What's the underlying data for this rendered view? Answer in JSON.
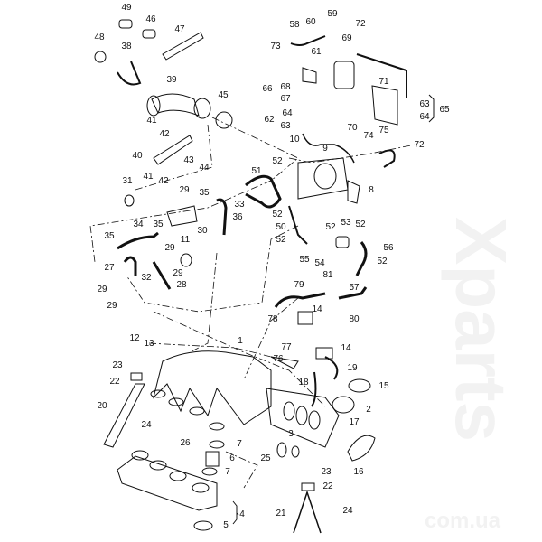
{
  "watermark": {
    "main": "Xparts",
    "sub": "com.ua"
  },
  "colors": {
    "line": "#111111",
    "background": "#ffffff"
  },
  "part_labels": [
    "49",
    "46",
    "47",
    "48",
    "38",
    "39",
    "45",
    "41",
    "42",
    "40",
    "43",
    "44",
    "41",
    "42",
    "31",
    "29",
    "35",
    "33",
    "36",
    "34",
    "35",
    "30",
    "35",
    "11",
    "29",
    "27",
    "32",
    "29",
    "28",
    "29",
    "29",
    "12",
    "13",
    "23",
    "22",
    "20",
    "24",
    "26",
    "7",
    "6",
    "7",
    "25",
    "4",
    "5",
    "1",
    "58",
    "60",
    "59",
    "72",
    "73",
    "69",
    "61",
    "66",
    "68",
    "67",
    "71",
    "65",
    "63",
    "64",
    "62",
    "64",
    "63",
    "70",
    "75",
    "74",
    "72",
    "10",
    "9",
    "52",
    "51",
    "8",
    "52",
    "50",
    "52",
    "55",
    "54",
    "52",
    "53",
    "52",
    "56",
    "52",
    "57",
    "81",
    "79",
    "80",
    "14",
    "78",
    "77",
    "76",
    "14",
    "19",
    "18",
    "15",
    "2",
    "17",
    "16",
    "3",
    "23",
    "22",
    "21",
    "24"
  ]
}
